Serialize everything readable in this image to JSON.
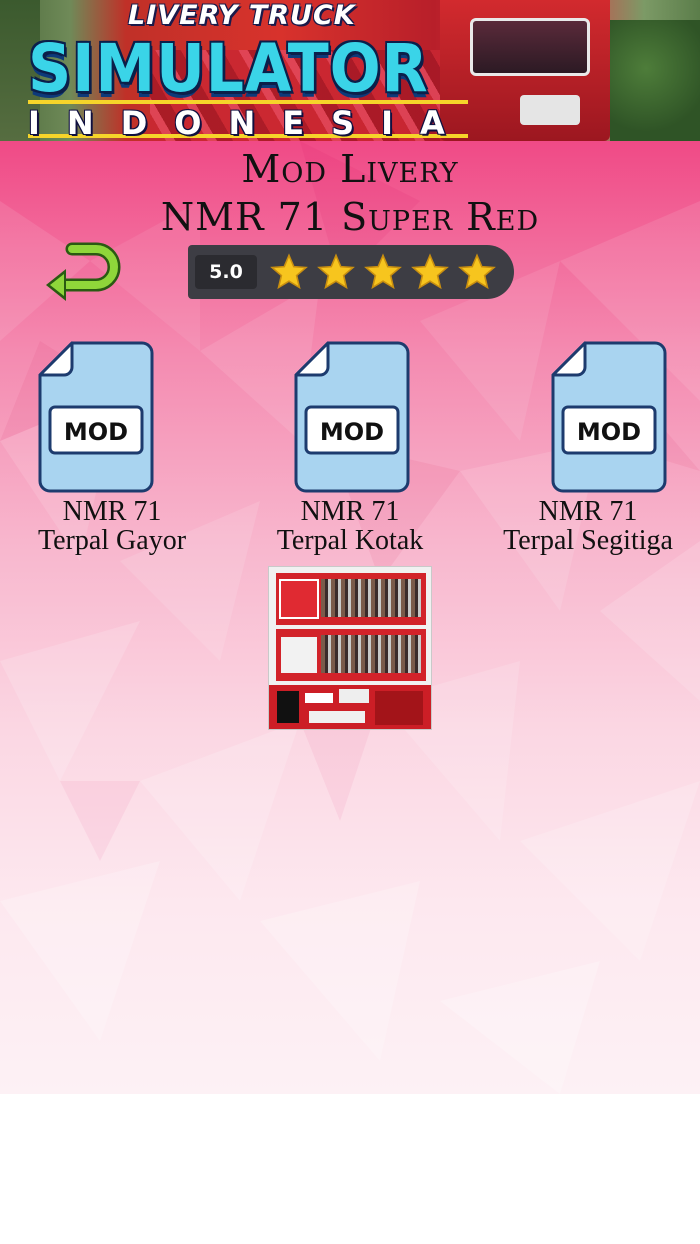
{
  "banner": {
    "logo_top": "LIVERY TRUCK",
    "logo_main": "SIMULATOR",
    "logo_bottom": "INDONESIA"
  },
  "page": {
    "title_line1": "Mod Livery",
    "title_line2": "NMR 71 Super Red"
  },
  "back_button": {
    "icon": "back-arrow-icon",
    "color": "#8fd63a"
  },
  "rating": {
    "value": "5.0",
    "stars": 5,
    "star_color": "#f7c51e"
  },
  "mods": [
    {
      "badge": "MOD",
      "line1": "NMR 71",
      "line2": "Terpal Gayor"
    },
    {
      "badge": "MOD",
      "line1": "NMR 71",
      "line2": "Terpal Kotak"
    },
    {
      "badge": "MOD",
      "line1": "NMR 71",
      "line2": "Terpal Segitiga"
    }
  ],
  "colors": {
    "pink_top": "#f04a86",
    "pink_bottom": "#fdf1f5",
    "file_icon": "#a9d4f0",
    "file_border": "#1d3b6e"
  }
}
